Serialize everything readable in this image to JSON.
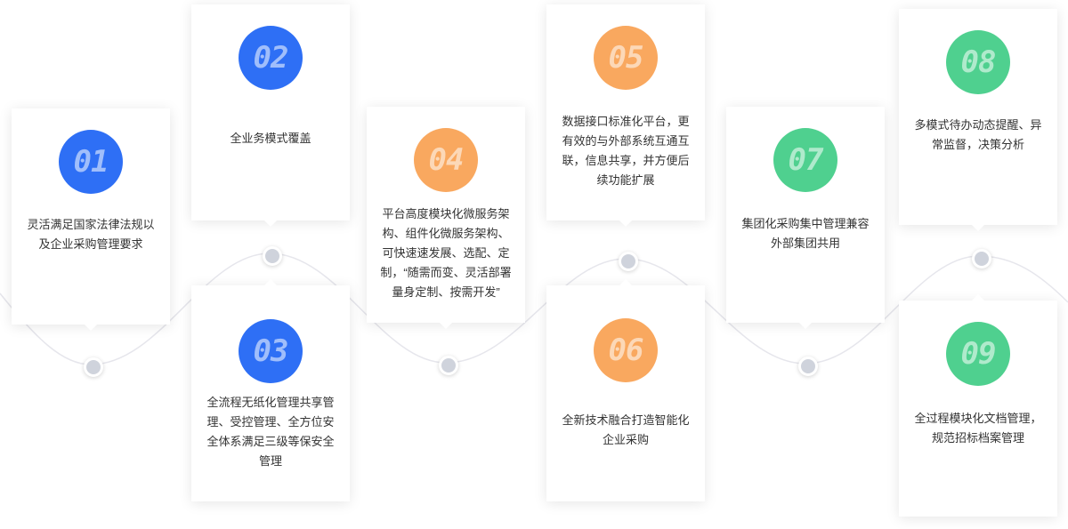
{
  "colors": {
    "blue": "#2e6ff5",
    "orange": "#f9a85f",
    "green": "#4fd08f",
    "dot": "#cfd3dc",
    "wave": "#e6e6ec"
  },
  "steps": [
    {
      "num": "01",
      "text": "灵活满足国家法律法规以及企业采购管理要求",
      "color": "blue"
    },
    {
      "num": "02",
      "text": "全业务模式覆盖",
      "color": "blue"
    },
    {
      "num": "03",
      "text": "全流程无纸化管理共享管理、受控管理、全方位安全体系满足三级等保安全管理",
      "color": "blue"
    },
    {
      "num": "04",
      "text": "平台高度模块化微服务架构、组件化微服务架构、可快速速发展、选配、定制，“随需而变、灵活部署量身定制、按需开发”",
      "color": "orange"
    },
    {
      "num": "05",
      "text": "数据接口标准化平台，更有效的与外部系统互通互联，信息共享，并方便后续功能扩展",
      "color": "orange"
    },
    {
      "num": "06",
      "text": "全新技术融合打造智能化企业采购",
      "color": "orange"
    },
    {
      "num": "07",
      "text": "集团化采购集中管理兼容外部集团共用",
      "color": "green"
    },
    {
      "num": "08",
      "text": "多模式待办动态提醒、异常监督，决策分析",
      "color": "green"
    },
    {
      "num": "09",
      "text": "全过程模块化文档管理，规范招标档案管理",
      "color": "green"
    }
  ]
}
